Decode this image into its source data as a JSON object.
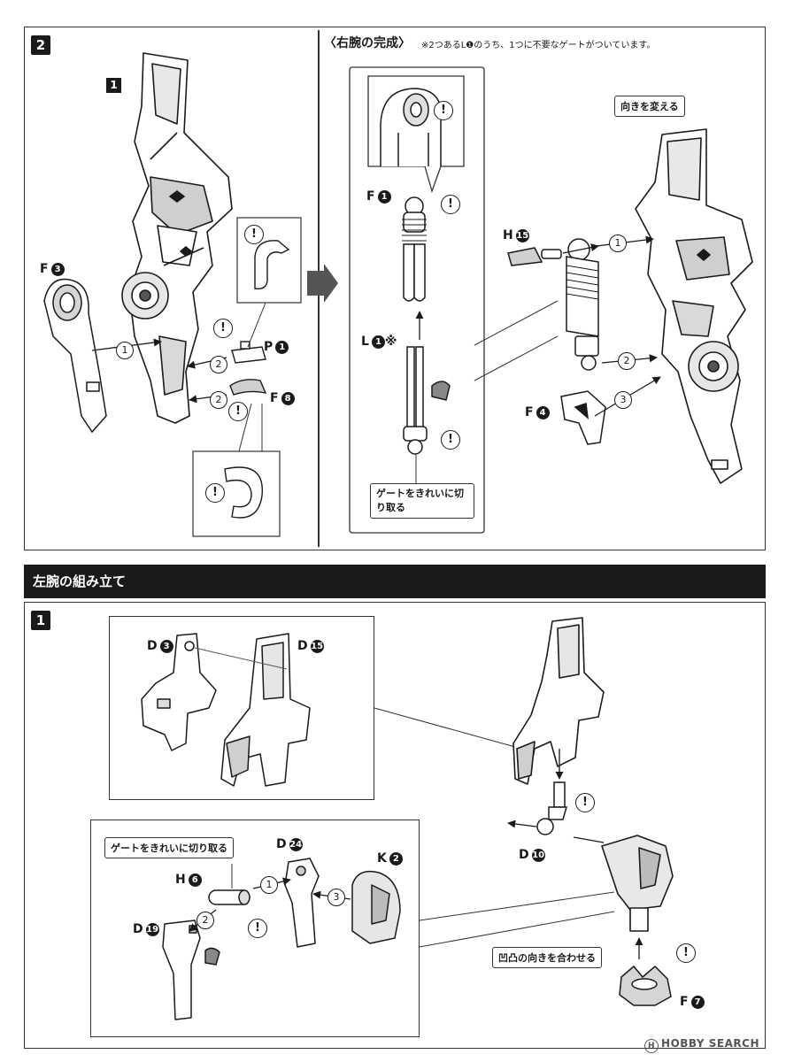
{
  "step2": {
    "number": "2",
    "substep_number": "1",
    "title": "〈右腕の完成〉",
    "note": "※2つあるL❶のうち、1つに不要なゲートがついています。",
    "callout_turn": "向きを変える",
    "callout_gate": "ゲートをきれいに切り取る",
    "parts": {
      "f3": {
        "letter": "F",
        "num": "3"
      },
      "p1": {
        "letter": "P",
        "num": "1"
      },
      "f8": {
        "letter": "F",
        "num": "8"
      },
      "f1": {
        "letter": "F",
        "num": "1"
      },
      "l1": {
        "letter": "L",
        "num": "1",
        "suffix": "※"
      },
      "h15": {
        "letter": "H",
        "num": "15"
      },
      "f4": {
        "letter": "F",
        "num": "4"
      }
    },
    "arrows": [
      "1",
      "2",
      "2",
      "1",
      "2",
      "3"
    ]
  },
  "left_arm": {
    "header": "左腕の組み立て",
    "step_number": "1",
    "callout_gate": "ゲートをきれいに切り取る",
    "callout_align": "凹凸の向きを合わせる",
    "parts": {
      "d3": {
        "letter": "D",
        "num": "3"
      },
      "d15": {
        "letter": "D",
        "num": "15"
      },
      "d10": {
        "letter": "D",
        "num": "10"
      },
      "d24": {
        "letter": "D",
        "num": "24"
      },
      "k2": {
        "letter": "K",
        "num": "2"
      },
      "h6": {
        "letter": "H",
        "num": "6"
      },
      "d19": {
        "letter": "D",
        "num": "19"
      },
      "f7": {
        "letter": "F",
        "num": "7"
      }
    },
    "arrows": [
      "1",
      "2",
      "3"
    ]
  },
  "watermark": "HOBBY SEARCH",
  "icons": [
    "exclamation-icon",
    "arrow-right-icon",
    "robot-arm-part-icon"
  ]
}
